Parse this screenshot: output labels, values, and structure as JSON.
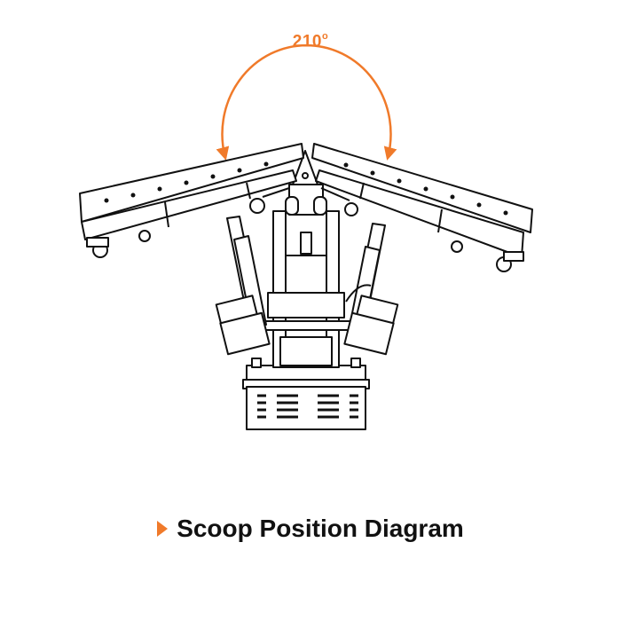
{
  "angle": {
    "value": "210",
    "unit": "o"
  },
  "caption": {
    "text": "Scoop Position Diagram"
  },
  "colors": {
    "accent": "#f07a2a",
    "line": "#111111"
  }
}
